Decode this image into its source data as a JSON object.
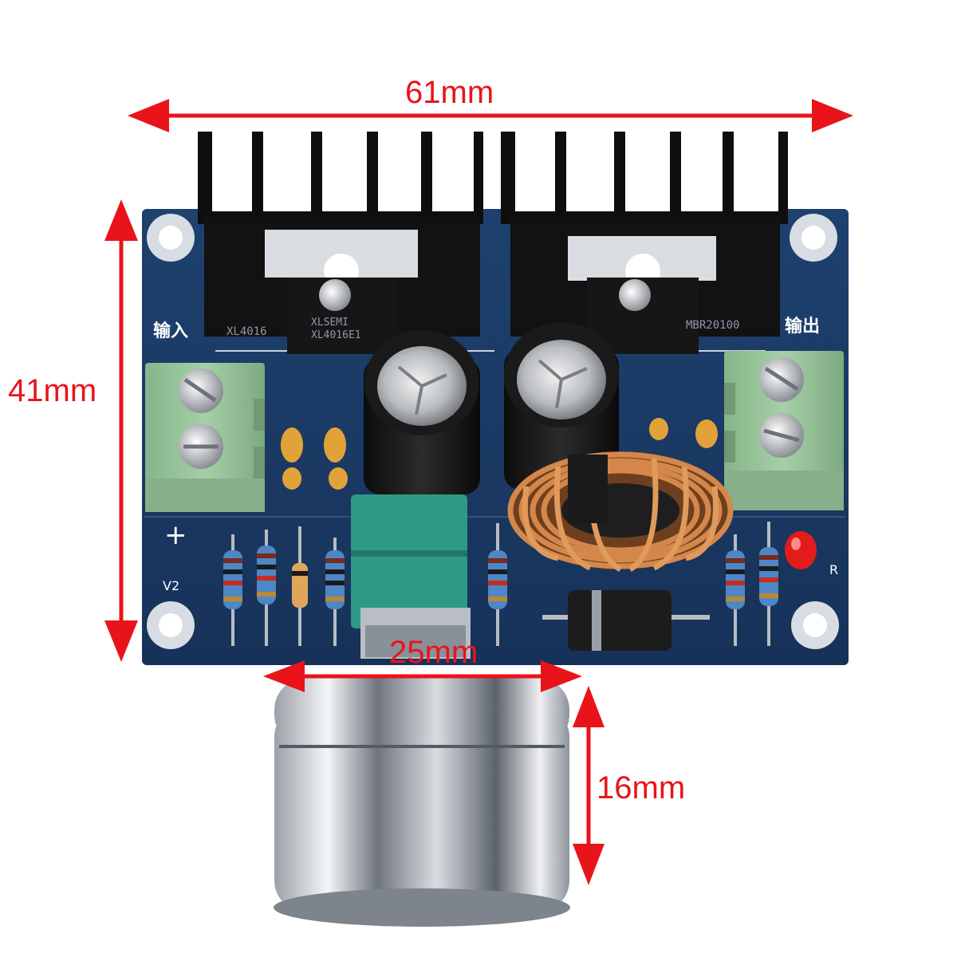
{
  "photo": {
    "subject": "XL4016 DC-DC step-down converter module with potentiometer knob",
    "dimensions": {
      "width": "61mm",
      "height": "41mm",
      "knob_diameter": "25mm",
      "knob_height": "16mm"
    },
    "board_labels": {
      "input": "输入",
      "output": "输出",
      "plus": "+",
      "v2": "V2",
      "r": "R",
      "chip_left": "XL4016",
      "chip_left_marking": "XLSEMI",
      "chip_left_part": "XL4016E1",
      "diode_right": "MBR20100"
    },
    "colors": {
      "dimension_arrows": "#e8141a",
      "pcb": "#1b3a66",
      "heatsink": "#111111",
      "terminal_block": "#98c29a",
      "inductor_copper": "#c87a3e",
      "trimmer": "#2e9a86",
      "knob": "#c9cdd3",
      "led": "#e31b1b"
    }
  }
}
